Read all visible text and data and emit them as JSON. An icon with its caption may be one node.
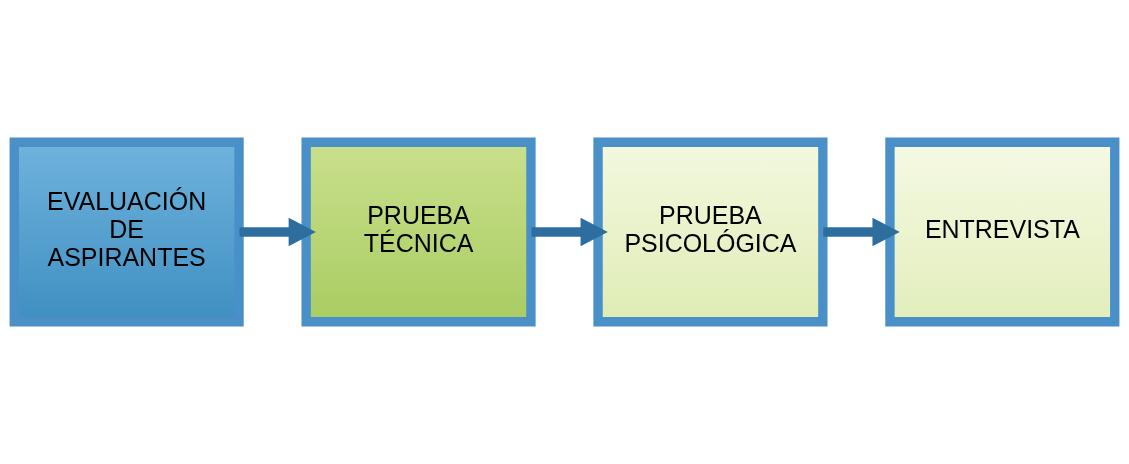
{
  "diagram": {
    "nodes": [
      {
        "text": [
          "EVALUACIÓN DE ASPIRANTES"
        ]
      },
      {
        "text": [
          "PRUEBA TÉCNICA"
        ]
      },
      {
        "text": [
          "PRUEBA PSICOLÓGICA"
        ]
      },
      {
        "text": [
          "ENTREVISTA"
        ]
      }
    ],
    "edges": [
      {
        "from": 0,
        "to": 1,
        "arrow": "to"
      },
      {
        "from": 1,
        "to": 2,
        "arrow": "to"
      },
      {
        "from": 2,
        "to": 3,
        "arrow": "to"
      }
    ]
  }
}
